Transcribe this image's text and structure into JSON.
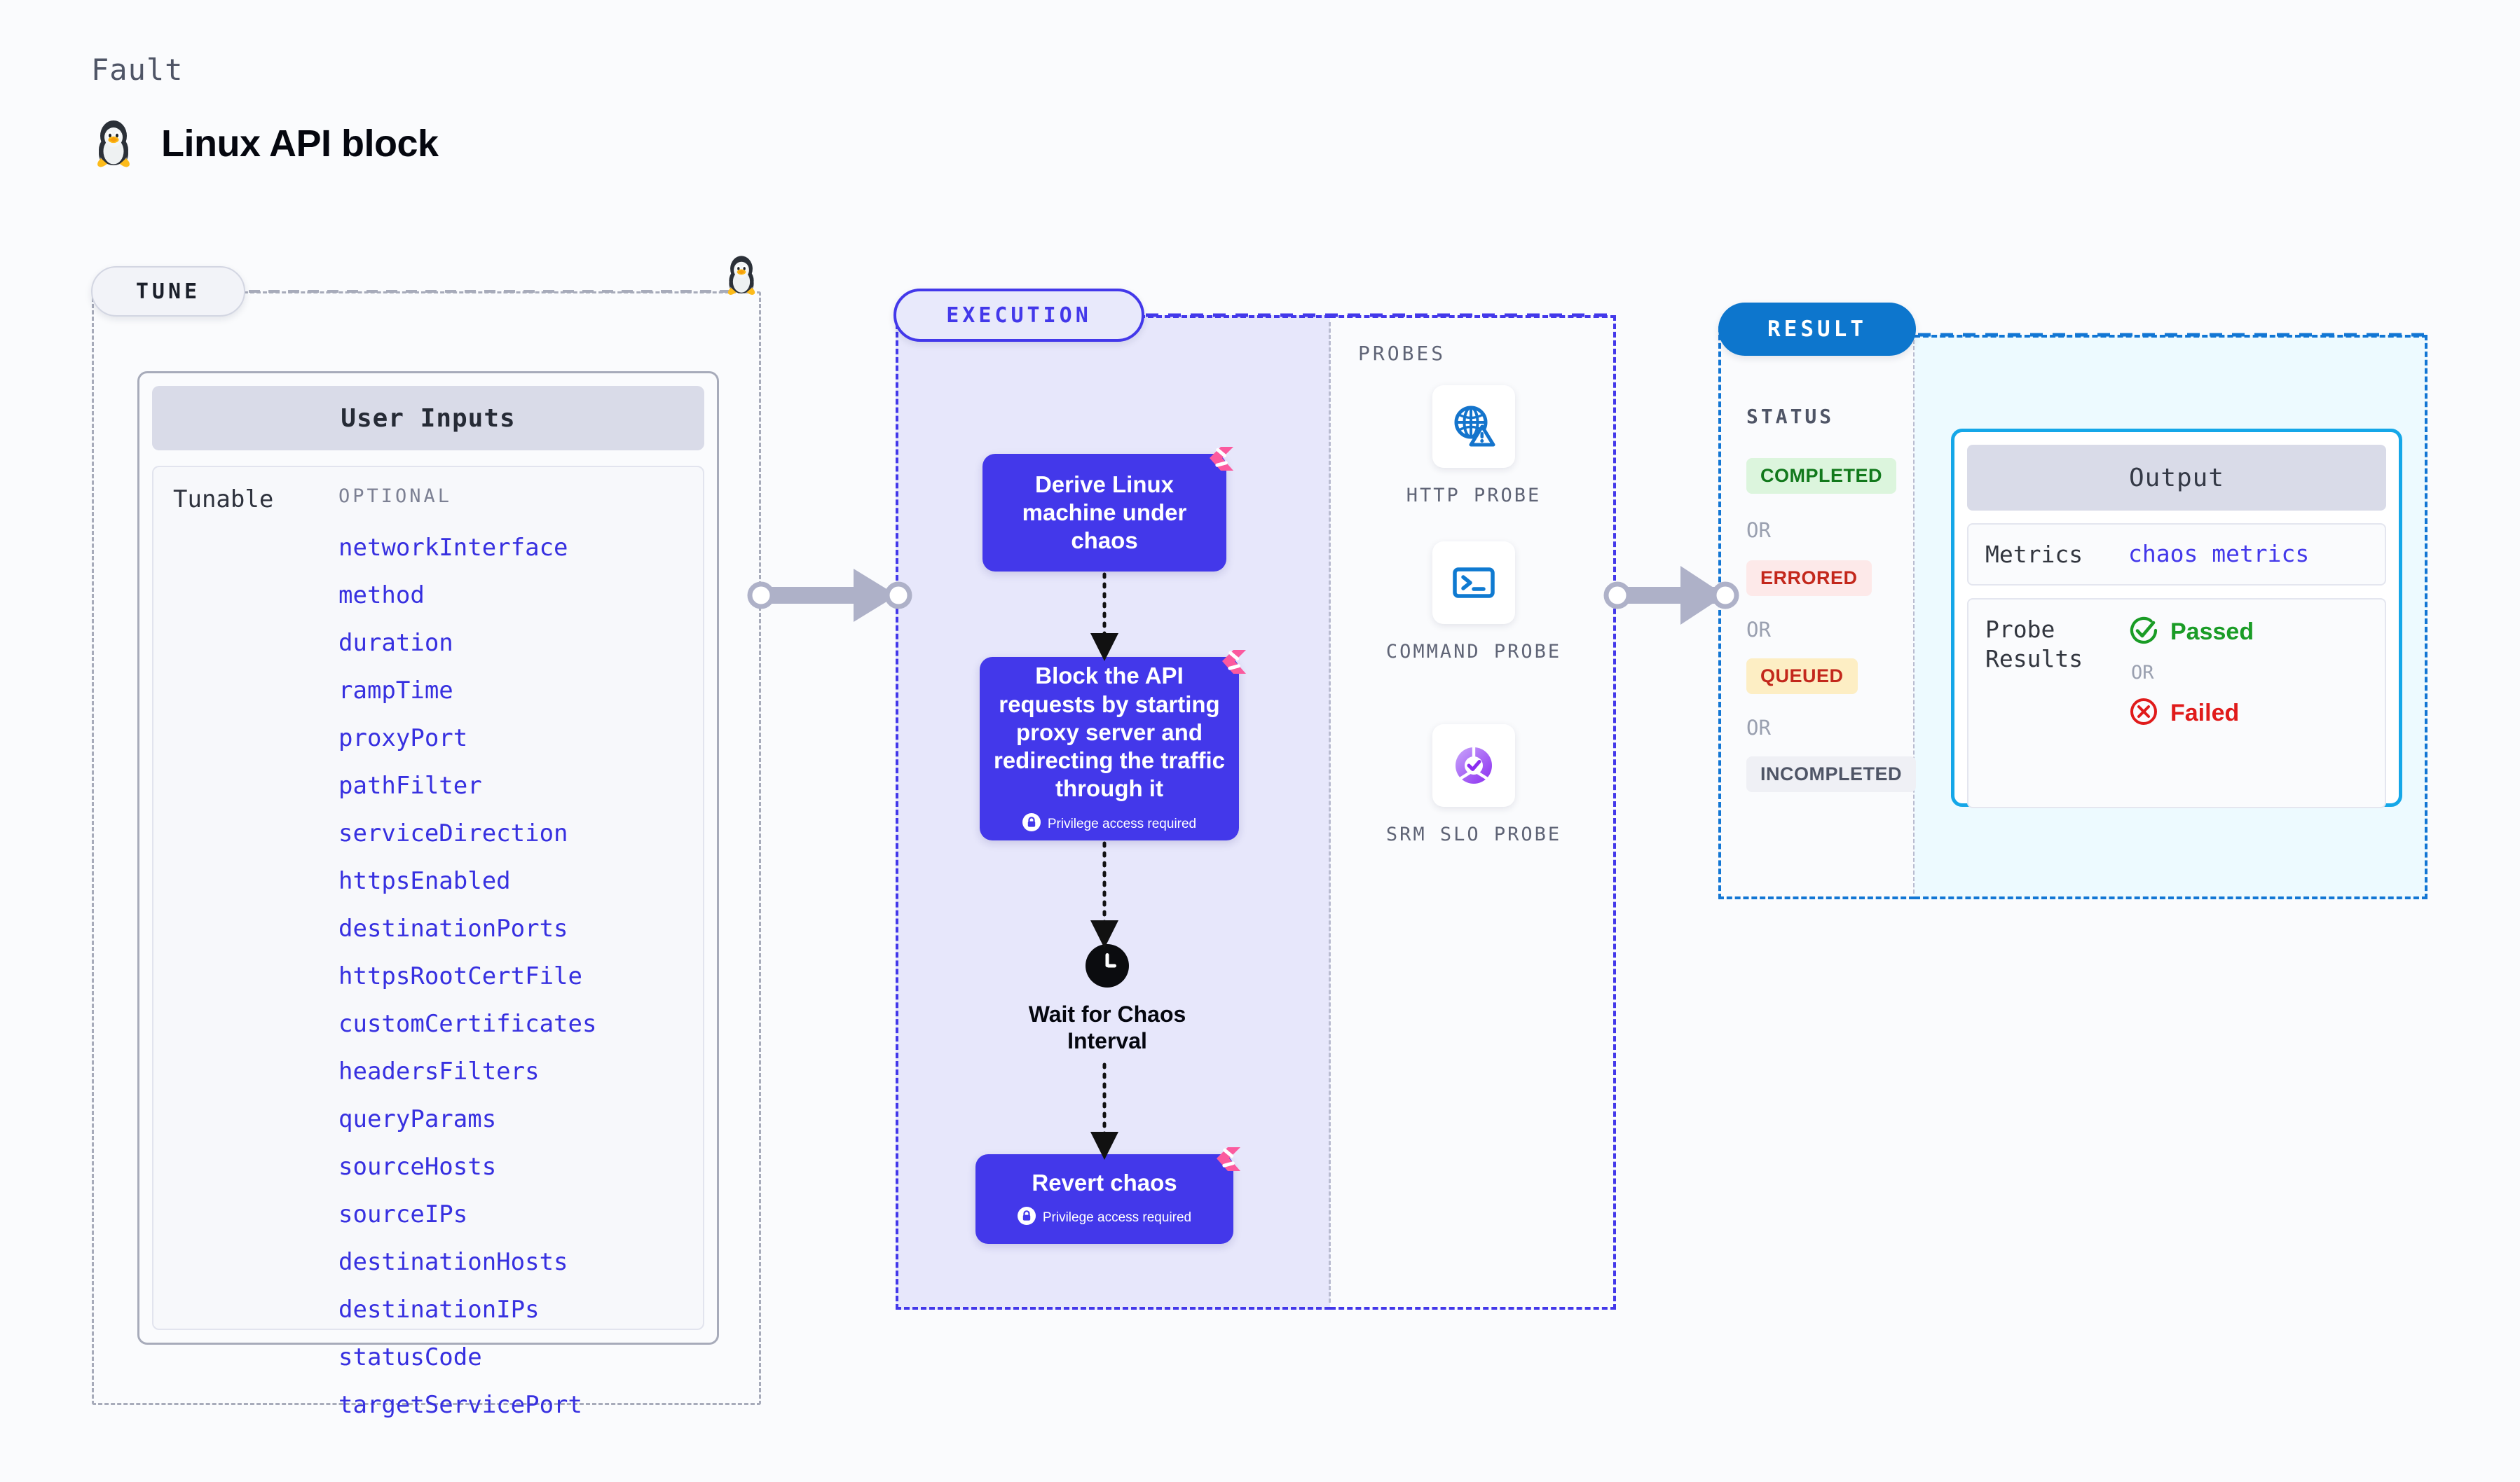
{
  "header": {
    "eyebrow": "Fault",
    "title": "Linux API block",
    "icon": "linux-tux-penguin"
  },
  "tune": {
    "pill_label": "TUNE",
    "card_title": "User Inputs",
    "tunable_label": "Tunable",
    "optional_label": "OPTIONAL",
    "parameters": [
      "networkInterface",
      "method",
      "duration",
      "rampTime",
      "proxyPort",
      "pathFilter",
      "serviceDirection",
      "httpsEnabled",
      "destinationPorts",
      "httpsRootCertFile",
      "customCertificates",
      "headersFilters",
      "queryParams",
      "sourceHosts",
      "sourceIPs",
      "destinationHosts",
      "destinationIPs",
      "statusCode",
      "targetServicePort"
    ]
  },
  "execution": {
    "pill_label": "EXECUTION",
    "nodes": [
      {
        "title": "Derive Linux machine under chaos",
        "privilege": null,
        "logo": "harness-logo-badge"
      },
      {
        "title": "Block the API requests by starting proxy server and redirecting the traffic through it",
        "privilege": "Privilege access required",
        "logo": "harness-logo-badge"
      },
      {
        "title": "Wait for Chaos Interval",
        "privilege": null,
        "logo": null,
        "icon": "clock-icon"
      },
      {
        "title": "Revert chaos",
        "privilege": "Privilege access required",
        "logo": "harness-logo-badge"
      }
    ]
  },
  "probes": {
    "title": "PROBES",
    "items": [
      {
        "label": "HTTP PROBE",
        "icon": "globe-warning-icon"
      },
      {
        "label": "COMMAND PROBE",
        "icon": "terminal-icon"
      },
      {
        "label": "SRM SLO PROBE",
        "icon": "slo-donut-check-icon"
      }
    ]
  },
  "result": {
    "pill_label": "RESULT",
    "status_title": "STATUS",
    "or_label": "OR",
    "statuses": [
      {
        "label": "COMPLETED",
        "bg": "#dcf5dd",
        "fg": "#12791c"
      },
      {
        "label": "ERRORED",
        "bg": "#fde9e9",
        "fg": "#c3281c"
      },
      {
        "label": "QUEUED",
        "bg": "#fdeec4",
        "fg": "#c3281c"
      },
      {
        "label": "INCOMPLETED",
        "bg": "#eff0f5",
        "fg": "#4f5566"
      }
    ],
    "output": {
      "title": "Output",
      "metrics_key": "Metrics",
      "metrics_value": "chaos metrics",
      "probe_results_key": "Probe Results",
      "passed_label": "Passed",
      "failed_label": "Failed",
      "or_label": "OR"
    }
  },
  "colors": {
    "primary_purple": "#4338ea",
    "result_blue": "#0d76cd",
    "output_cyan": "#15a7e8",
    "accent_pink": "#fb5a9e",
    "param_blue": "#3730e0",
    "page_bg": "#fafbfd"
  }
}
